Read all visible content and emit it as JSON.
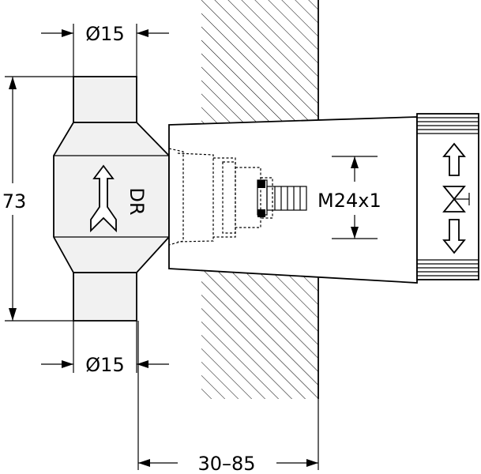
{
  "dimensions": {
    "top_diameter": "Ø15",
    "bottom_diameter": "Ø15",
    "height": "73",
    "thread": "M24x1",
    "depth_range": "30–85"
  },
  "valve_label": "DR",
  "icons": [
    "flow-direction-arrow-icon",
    "up-down-arrow-icon",
    "valve-symbol-icon"
  ],
  "colors": {
    "body_fill": "#f1f1f1",
    "line": "#000000",
    "background": "#ffffff"
  }
}
